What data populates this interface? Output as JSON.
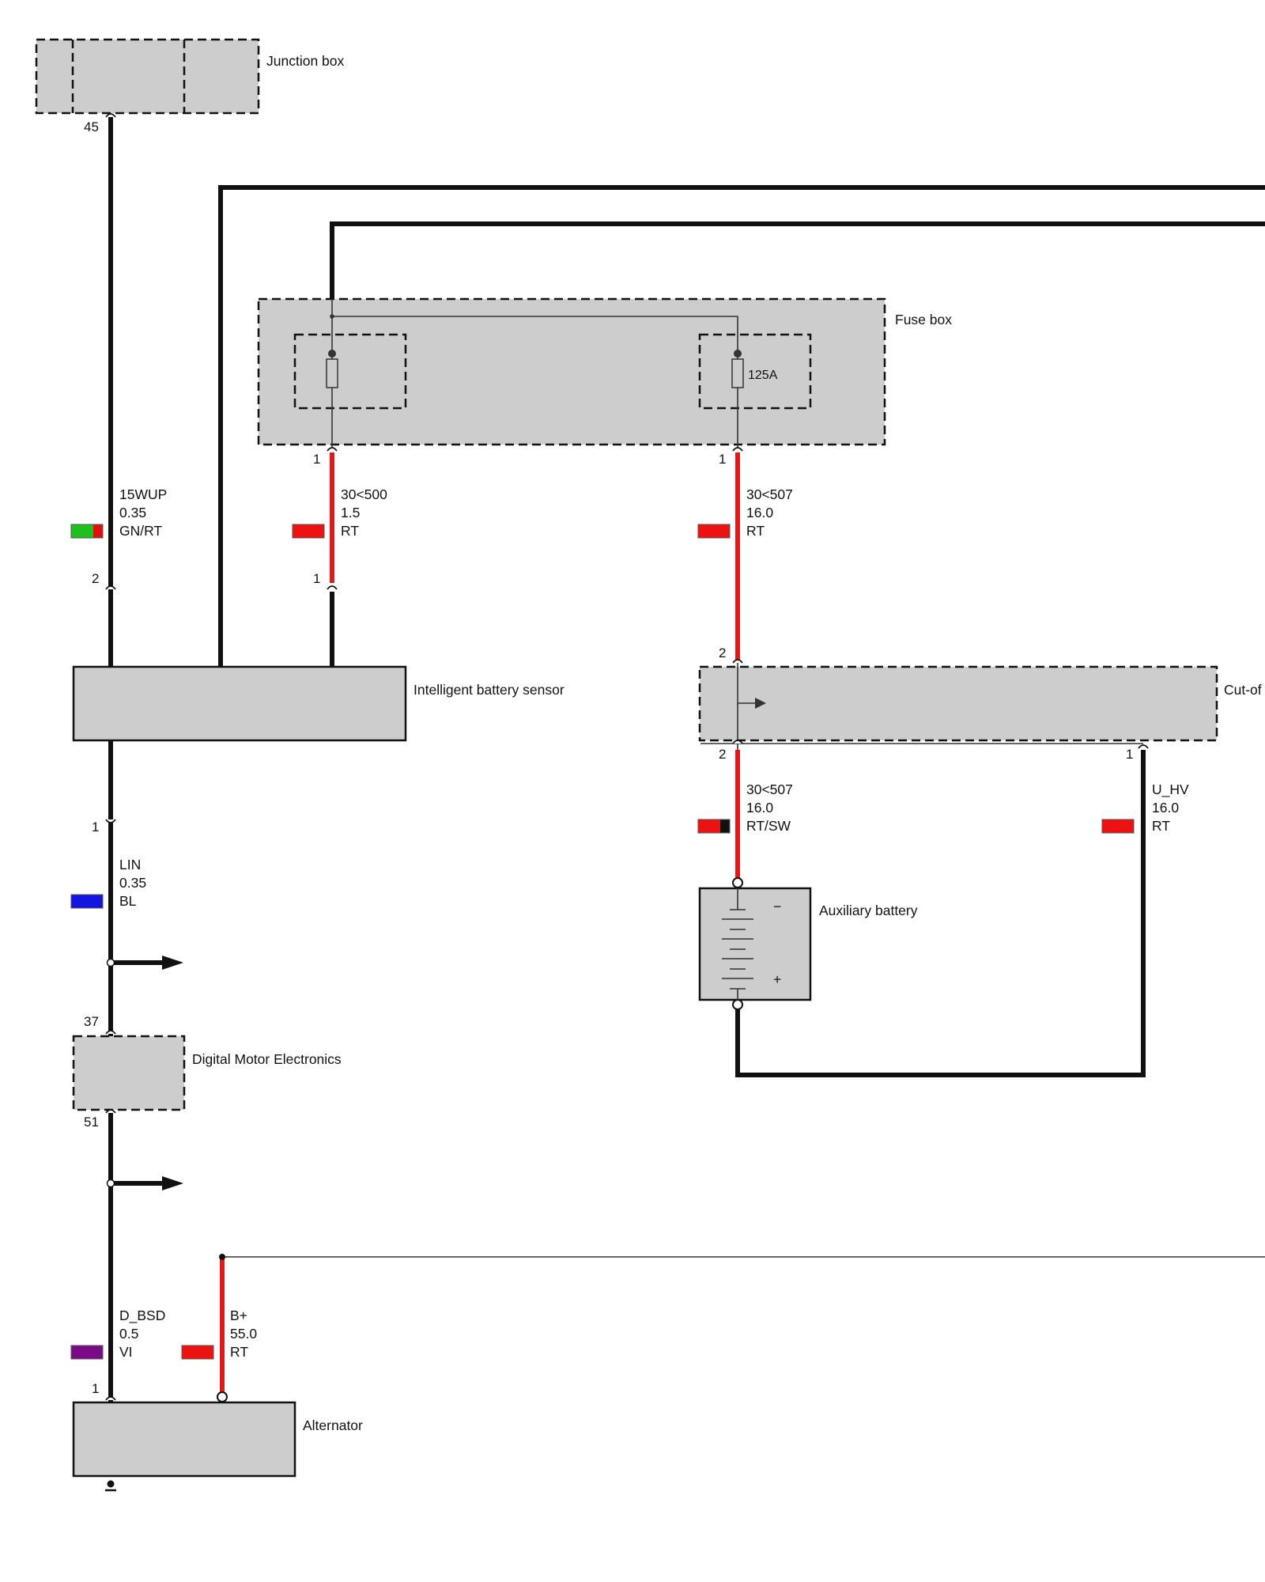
{
  "components": {
    "junction_box": "Junction box",
    "fuse_box": "Fuse box",
    "ibs": "Intelligent battery sensor",
    "cutoff": "Cut-of",
    "aux_battery": "Auxiliary battery",
    "dme": "Digital Motor Electronics",
    "alternator": "Alternator"
  },
  "fuse_rating": "125A",
  "battery_minus": "−",
  "battery_plus": "+",
  "pins": {
    "jb_45": "45",
    "ibs_2": "2",
    "fb_1a": "1",
    "ibs_1": "1",
    "fb_1b": "1",
    "co_2_top": "2",
    "co_2_bottom": "2",
    "co_1": "1",
    "lin_1": "1",
    "dme_37": "37",
    "dme_51": "51",
    "alt_1": "1"
  },
  "wires": {
    "w1": {
      "signal": "15WUP",
      "gauge": "0.35",
      "color": "GN/RT",
      "swatch": [
        "#1ec01e",
        "#e01010"
      ]
    },
    "w2": {
      "signal": "30<500",
      "gauge": "1.5",
      "color": "RT",
      "swatch": [
        "#ee1111"
      ]
    },
    "w3": {
      "signal": "30<507",
      "gauge": "16.0",
      "color": "RT",
      "swatch": [
        "#ee1111"
      ]
    },
    "w4": {
      "signal": "30<507",
      "gauge": "16.0",
      "color": "RT/SW",
      "swatch": [
        "#ee1111",
        "#111111"
      ]
    },
    "w5": {
      "signal": "U_HV",
      "gauge": "16.0",
      "color": "RT",
      "swatch": [
        "#ee1111"
      ]
    },
    "w6": {
      "signal": "LIN",
      "gauge": "0.35",
      "color": "BL",
      "swatch": [
        "#1515e0"
      ]
    },
    "w7": {
      "signal": "D_BSD",
      "gauge": "0.5",
      "color": "VI",
      "swatch": [
        "#7a0a86"
      ]
    },
    "w8": {
      "signal": "B+",
      "gauge": "55.0",
      "color": "RT",
      "swatch": [
        "#ee1111"
      ]
    }
  },
  "colors": {
    "component_fill": "#cdcdcd",
    "wire_black": "#111111",
    "wire_red": "#e01a1a"
  }
}
